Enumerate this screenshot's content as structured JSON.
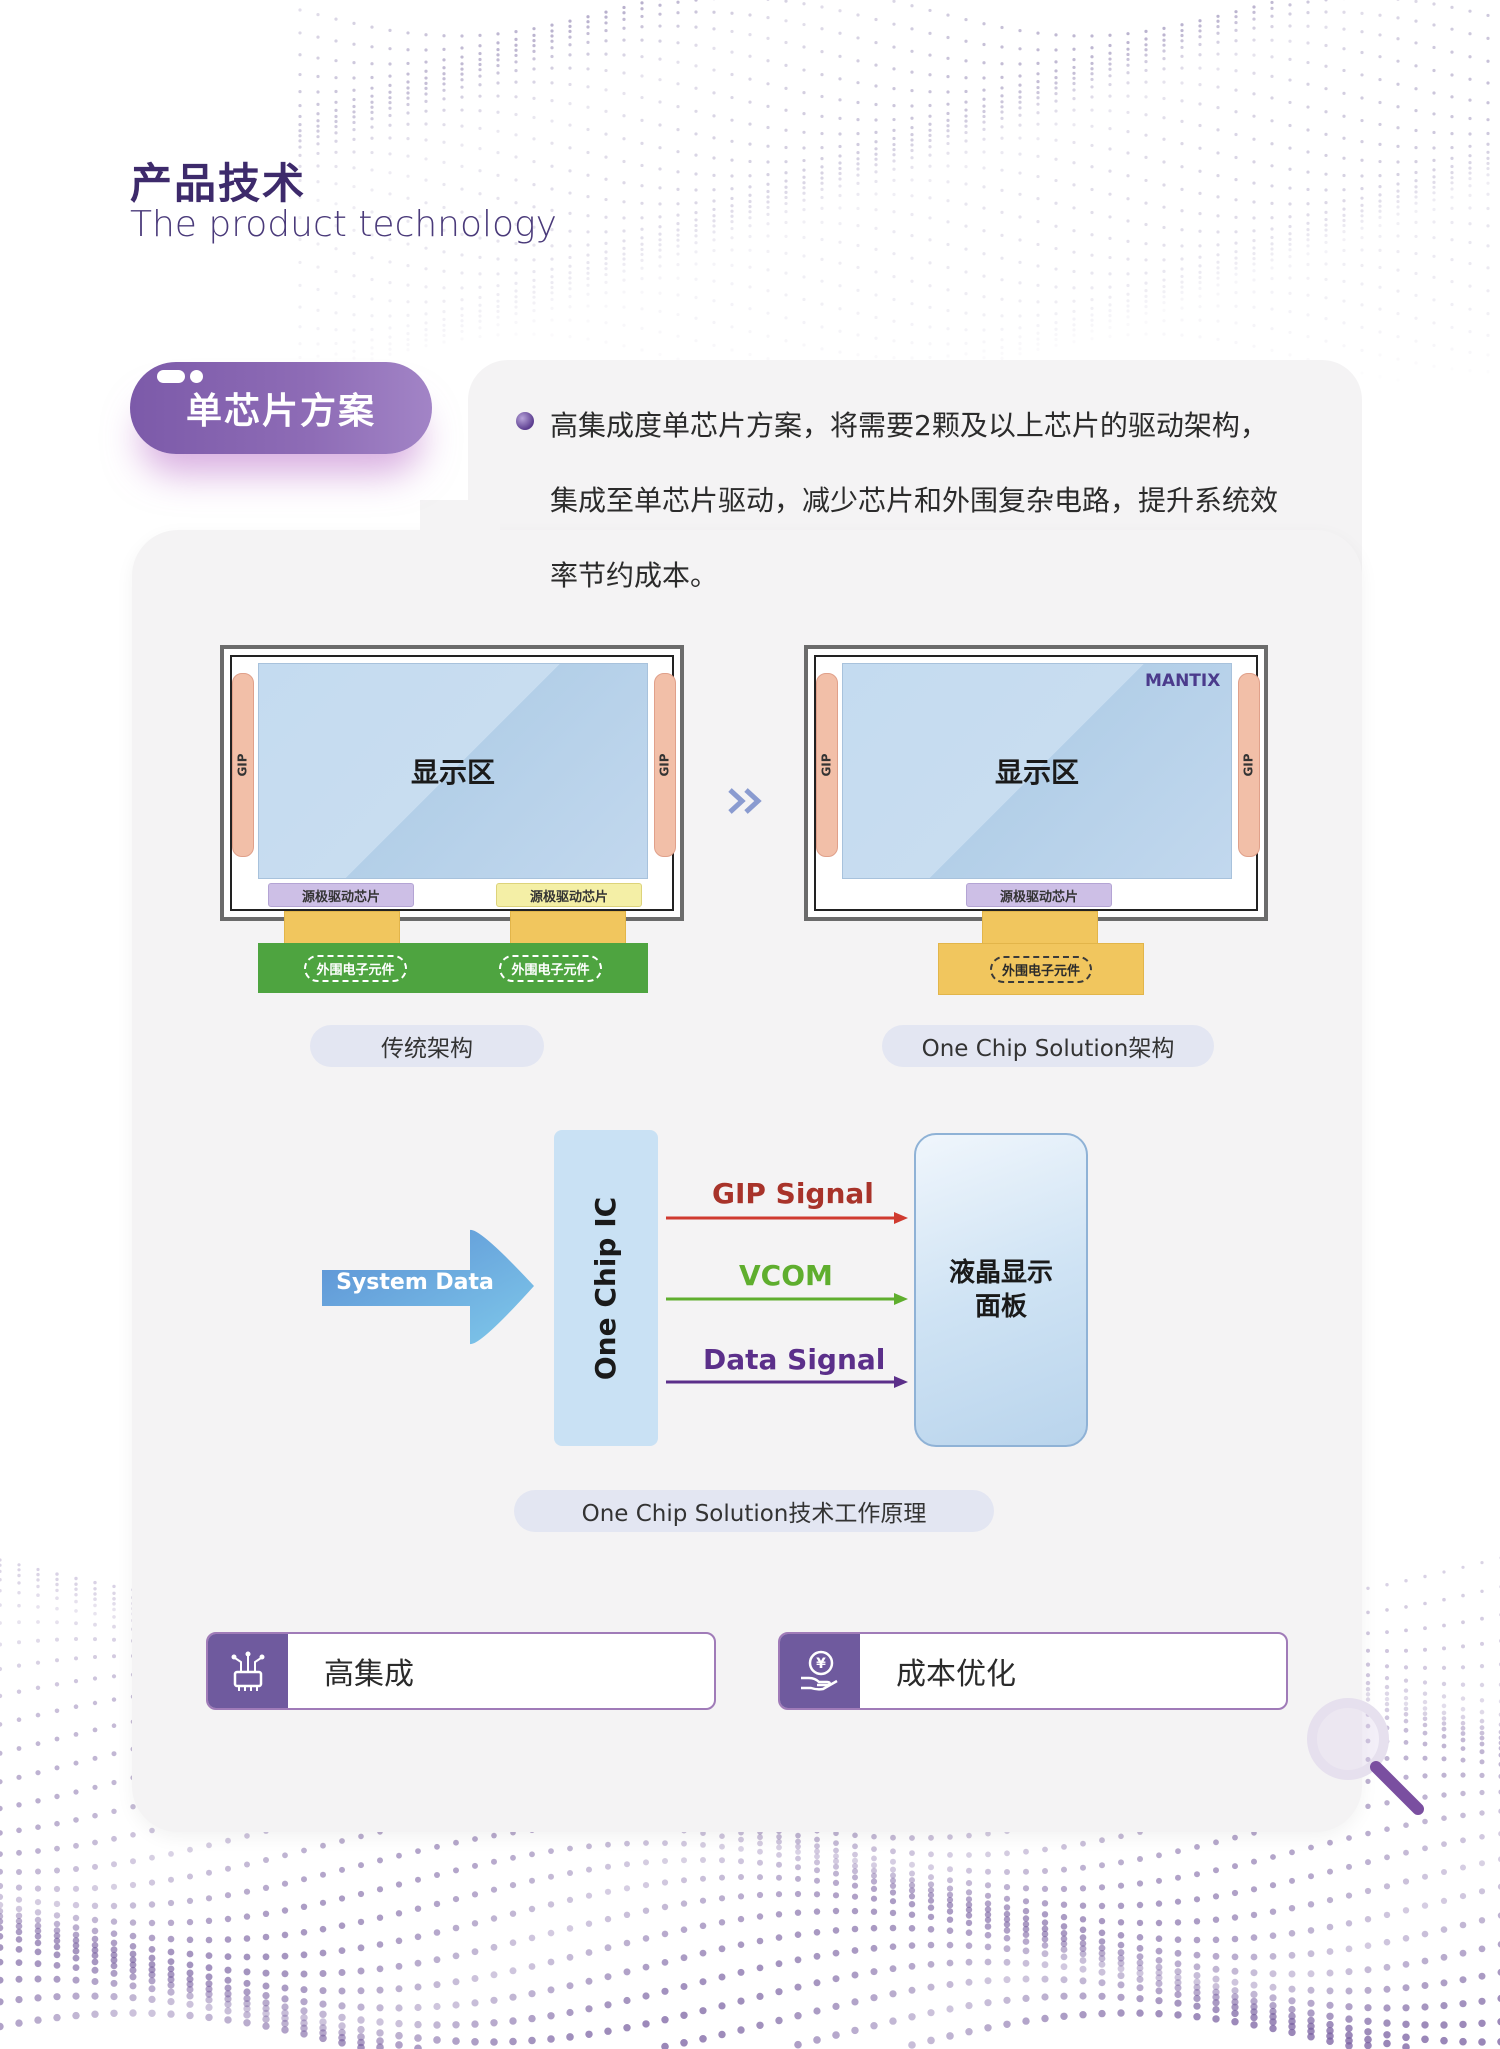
{
  "header": {
    "title_cn": "产品技术",
    "title_en": "The product technology"
  },
  "section": {
    "pill_title": "单芯片方案",
    "description": "高集成度单芯片方案，将需要2颗及以上芯片的驱动架构，集成至单芯片驱动，减少芯片和外围复杂电路，提升系统效率节约成本。"
  },
  "diagram_traditional": {
    "screen_label": "显示区",
    "gip_label": "GIP",
    "source_chip_label": "源极驱动芯片",
    "external_label": "外围电子元件",
    "caption": "传统架构"
  },
  "diagram_onechip": {
    "brand": "MANTIX",
    "screen_label": "显示区",
    "gip_label": "GIP",
    "source_chip_label": "源极驱动芯片",
    "external_label": "外围电子元件",
    "caption": "One Chip Solution架构"
  },
  "signal_diagram": {
    "input_label": "System Data",
    "chip_label": "One Chip IC",
    "signals": [
      "GIP Signal",
      "VCOM",
      "Data Signal"
    ],
    "panel_label": "液晶显示面板",
    "caption": "One Chip Solution技术工作原理"
  },
  "features": [
    {
      "label": "高集成",
      "icon": "chip-icon"
    },
    {
      "label": "成本优化",
      "icon": "coin-hand-icon"
    }
  ],
  "colors": {
    "accent_purple": "#6f5a9e",
    "gip_signal": "#c0392b",
    "vcom": "#5fae2e",
    "data_signal": "#5b2f8a",
    "pcb_green": "#4ea440",
    "fpc_yellow": "#f1c65e"
  }
}
